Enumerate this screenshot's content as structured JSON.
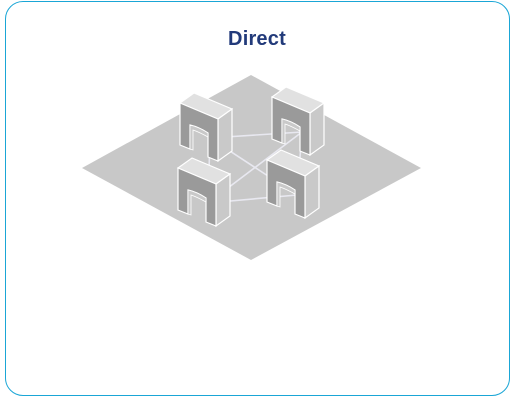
{
  "title": "Direct",
  "colors": {
    "frame_border": "#1aa6d6",
    "title_text": "#223a7a",
    "platform_fill": "#c8c8c8",
    "link_line": "#e8e8f0",
    "node_front": "#9a9a9a",
    "node_side": "#c9c9c9",
    "node_top": "#e1e1e1",
    "node_edge": "#ffffff"
  },
  "diagram": {
    "topology": "direct",
    "nodes": [
      {
        "id": "node-1",
        "icon": "arch-block-icon"
      },
      {
        "id": "node-2",
        "icon": "arch-block-icon"
      },
      {
        "id": "node-3",
        "icon": "arch-block-icon"
      },
      {
        "id": "node-4",
        "icon": "arch-block-icon"
      }
    ],
    "links": [
      [
        "node-1",
        "node-2"
      ],
      [
        "node-1",
        "node-3"
      ],
      [
        "node-1",
        "node-4"
      ],
      [
        "node-2",
        "node-3"
      ],
      [
        "node-2",
        "node-4"
      ],
      [
        "node-3",
        "node-4"
      ]
    ]
  }
}
